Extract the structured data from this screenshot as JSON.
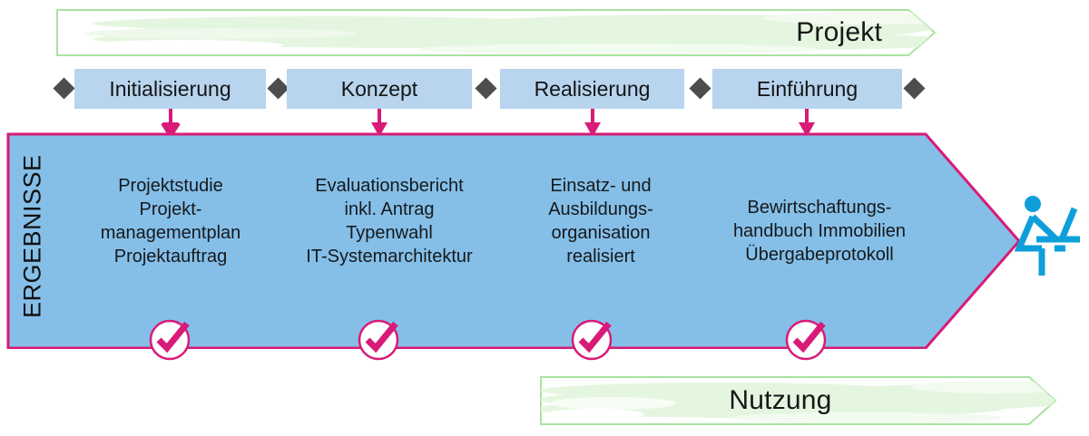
{
  "colors": {
    "banner_fill": "#e4f6df",
    "banner_stroke": "#a9e3a0",
    "phase_box": "#b8d4ee",
    "diamond": "#4d4d4d",
    "arrow_fill": "#85bfe8",
    "arrow_stroke": "#d81b78",
    "accent_pink": "#d81b78",
    "person_blue": "#0e9fdb",
    "text": "#15191c"
  },
  "banners": {
    "top": {
      "label": "Projekt"
    },
    "bottom": {
      "label": "Nutzung"
    }
  },
  "phases": [
    {
      "label": "Initialisierung"
    },
    {
      "label": "Konzept"
    },
    {
      "label": "Realisierung"
    },
    {
      "label": "Einführung"
    }
  ],
  "results": {
    "axis_label": "ERGEBNISSE",
    "columns": [
      {
        "lines": [
          "Projektstudie",
          "Projekt-",
          "managementplan",
          "Projektauftrag"
        ]
      },
      {
        "lines": [
          "Evaluationsbericht",
          "inkl. Antrag",
          "Typenwahl",
          "IT-Systemarchitektur"
        ]
      },
      {
        "lines": [
          "Einsatz- und",
          "Ausbildungs-",
          "organisation",
          "realisiert"
        ]
      },
      {
        "lines": [
          "Bewirtschaftungs-",
          "handbuch Immobilien",
          "Übergabeprotokoll"
        ]
      }
    ],
    "milestone_icon": "check-circle-icon",
    "milestone_count": 4
  },
  "icons": {
    "person": "person-at-desk-icon",
    "diamond": "diamond-marker-icon",
    "down_arrow": "arrow-down-icon",
    "check": "check-circle-icon"
  }
}
